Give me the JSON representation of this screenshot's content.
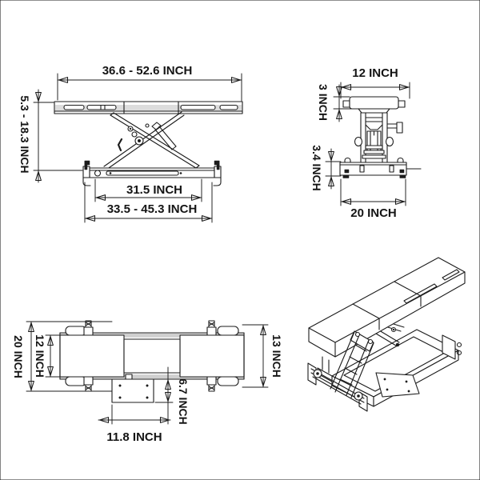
{
  "drawing": {
    "background": "#ffffff",
    "line_color": "#1c1c1c",
    "rail_gray": "#cfcfcf",
    "unit": "INCH"
  },
  "side_view": {
    "length_range": "36.6 - 52.6 INCH",
    "height_range": "5.3 - 18.3 INCH",
    "base_inner_length": "31.5 INCH",
    "base_length_range": "33.5 - 45.3 INCH"
  },
  "end_view": {
    "platform_width": "12 INCH",
    "platform_thickness": "3 INCH",
    "base_height": "3.4 INCH",
    "base_width": "20 INCH"
  },
  "top_view": {
    "overall_width": "20 INCH",
    "table_width": "12 INCH",
    "side_width": "13 INCH",
    "plate_offset": "6.7 INCH",
    "plate_length": "11.8 INCH"
  }
}
